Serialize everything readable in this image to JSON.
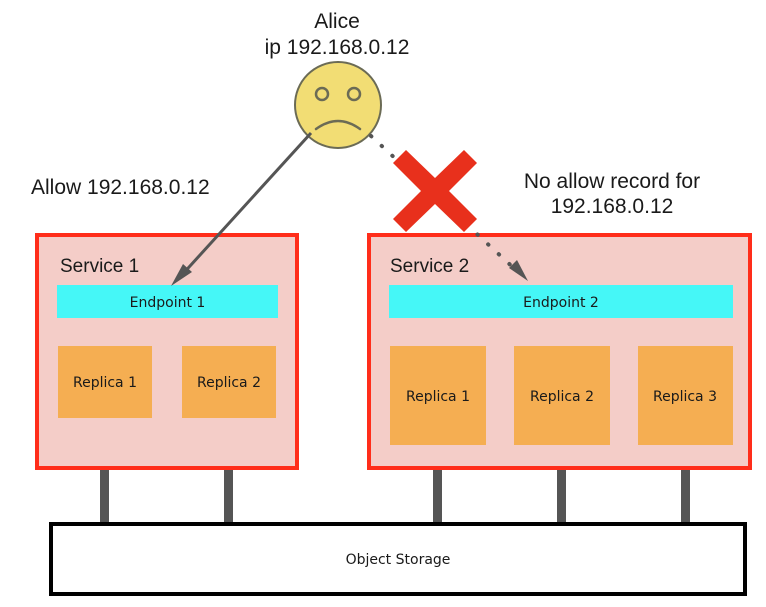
{
  "diagram": {
    "title_actor": "Alice",
    "actor_ip": "ip 192.168.0.12",
    "allow_label": "Allow 192.168.0.12",
    "deny_label_line1": "No allow record for",
    "deny_label_line2": "192.168.0.12",
    "storage_label": "Object Storage",
    "services": [
      {
        "name": "Service 1",
        "endpoint": "Endpoint 1",
        "replicas": [
          "Replica 1",
          "Replica 2"
        ]
      },
      {
        "name": "Service 2",
        "endpoint": "Endpoint 2",
        "replicas": [
          "Replica 1",
          "Replica 2",
          "Replica 3"
        ]
      }
    ],
    "icons": {
      "sad_face": "sad-face-icon",
      "red_x": "red-x-deny-icon",
      "allow_arrow": "solid-arrow-allow",
      "deny_arrow": "dotted-arrow-denied"
    },
    "colors": {
      "service_border": "#ff2d1a",
      "service_fill": "#f4cdc8",
      "endpoint_fill": "#45f7f7",
      "replica_fill": "#f5ae52",
      "connector": "#555555",
      "deny_red": "#e8301c",
      "face_fill": "#f2dd74",
      "face_stroke": "#6b6b55",
      "storage_border": "#000000",
      "text": "#1a1a1a"
    }
  }
}
